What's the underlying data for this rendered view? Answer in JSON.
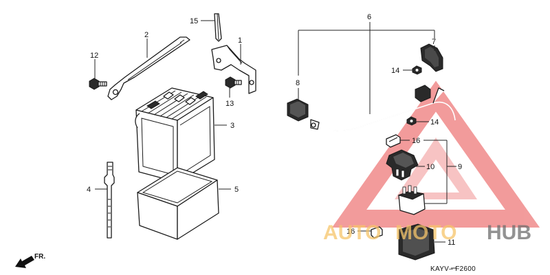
{
  "callouts": {
    "p1": "1",
    "p2": "2",
    "p3": "3",
    "p4": "4",
    "p5": "5",
    "p6": "6",
    "p7": "7",
    "p8": "8",
    "p9": "9",
    "p10": "10",
    "p11": "11",
    "p12": "12",
    "p13": "13",
    "p14a": "14",
    "p14b": "14",
    "p15": "15",
    "p16a": "16",
    "p16b": "16"
  },
  "diagram_code": "KAYV– F2600",
  "direction_label": "FR.",
  "watermark": {
    "brand_left": "AUTO",
    "brand_mid": "MOTO",
    "brand_right": "HUB",
    "triangle_color": "#e84a4a",
    "orange_color": "#f6c46a",
    "gray_color": "#6d6d6d"
  }
}
